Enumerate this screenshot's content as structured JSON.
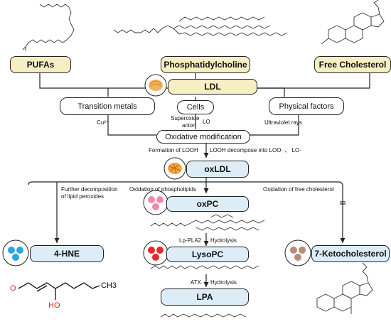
{
  "top": {
    "pufas": "PUFAs",
    "phosphatidylcholine": "Phosphatidylcholine",
    "free_cholesterol": "Free Cholesterol"
  },
  "ldl": "LDL",
  "sources": {
    "transition_metals": "Transition metals",
    "cells": "Cells",
    "physical_factors": "Physical factors"
  },
  "annotations": {
    "cu": "Cu²⁺",
    "superoxide": "Superoxide",
    "anion": "anion",
    "lo": "LO",
    "uv": "Ultraviolet rays",
    "formation": "Formation of LOOH",
    "decompose": "LOOH decompose into LOO·  、 LO·",
    "further1": "Further decomposition",
    "further2": "of lipid peroxides",
    "ox_phospholipids": "Oxidation of phospholipids",
    "ox_cholesterol": "Oxidation of free cholesterol",
    "lp_pla2": "Lp-PLA2",
    "hydrolysis1": "Hydrolysis",
    "atx": "ATX",
    "hydrolysis2": "Hydrolysis"
  },
  "oxidative_modification": "Oxidative modification",
  "oxldl": "oxLDL",
  "oxpc": "oxPC",
  "hne": "4-HNE",
  "lysopc": "LysoPC",
  "keto": "7-Ketocholesterol",
  "lpa": "LPA",
  "hne_structure": {
    "ch3": "CH3",
    "oh": "HO",
    "o": "O"
  },
  "colors": {
    "yellow_box": "#f7efc4",
    "blue_box": "#dcedf8",
    "ldl_orange": "#f3b35c",
    "oxpc_pink": "#f08aa6",
    "lysopc_red": "#e52a2a",
    "hne_blue": "#27a6e8",
    "keto_brown": "#b98b78"
  }
}
